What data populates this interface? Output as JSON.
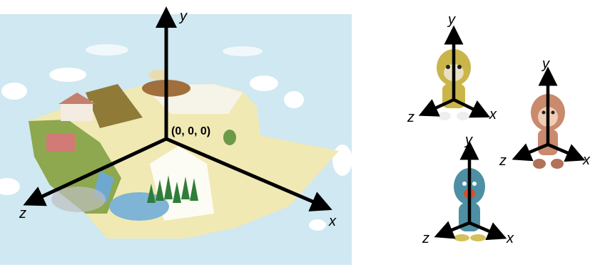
{
  "world": {
    "origin_label": "(0, 0, 0)",
    "axes": {
      "x": "x",
      "y": "y",
      "z": "z"
    }
  },
  "characters": [
    {
      "name": "dog",
      "axes": {
        "x": "x",
        "y": "y",
        "z": "z"
      }
    },
    {
      "name": "monkey",
      "axes": {
        "x": "x",
        "y": "y",
        "z": "z"
      }
    },
    {
      "name": "penguin",
      "axes": {
        "x": "x",
        "y": "y",
        "z": "z"
      }
    }
  ],
  "colors": {
    "sky": "#cfe8f1",
    "island": "#f1e9b4",
    "water": "#7fb4d6",
    "dog": "#c9b54a",
    "monkey": "#c98a6e",
    "penguin": "#4e8fa3"
  }
}
